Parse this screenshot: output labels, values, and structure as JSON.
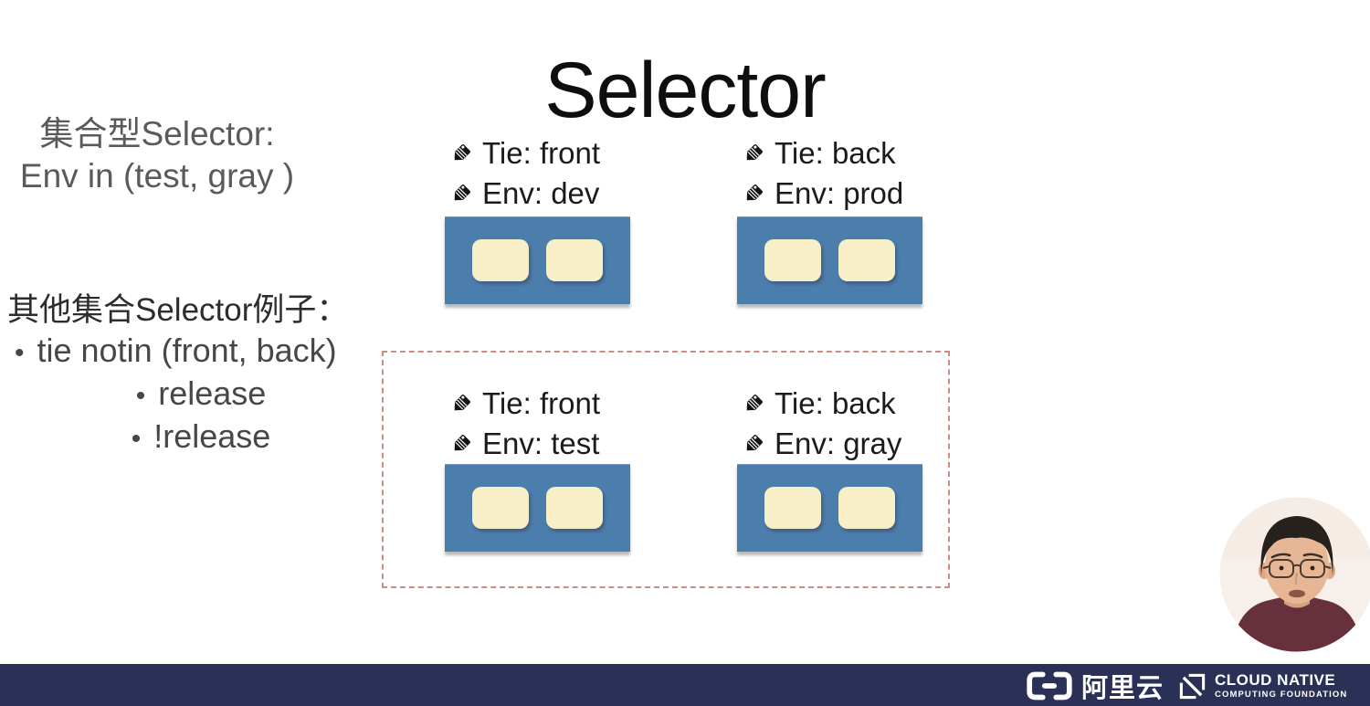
{
  "slide": {
    "title": "Selector",
    "left_panel": {
      "set_selector_heading": "集合型Selector:",
      "set_selector_expr": "Env in (test, gray )",
      "other_heading": "其他集合Selector例子：",
      "bullet_char": "•",
      "bullets": [
        "tie notin (front, back)",
        "release",
        "!release"
      ]
    },
    "groups": [
      {
        "labels": [
          "Tie: front",
          "Env: dev"
        ],
        "selected": false
      },
      {
        "labels": [
          "Tie: back",
          "Env: prod"
        ],
        "selected": false
      },
      {
        "labels": [
          "Tie: front",
          "Env: test"
        ],
        "selected": true
      },
      {
        "labels": [
          "Tie: back",
          "Env: gray"
        ],
        "selected": true
      }
    ]
  },
  "footer": {
    "alibaba_cloud_label": "阿里云",
    "cncf_line1": "CLOUD NATIVE",
    "cncf_line2": "COMPUTING FOUNDATION"
  },
  "colors": {
    "node_blue": "#4b7dad",
    "pod_cream": "#f7efc7",
    "selection_dash": "#cc8a88",
    "footer_bar": "#2b3156",
    "text_gray": "#5a5a5a"
  }
}
